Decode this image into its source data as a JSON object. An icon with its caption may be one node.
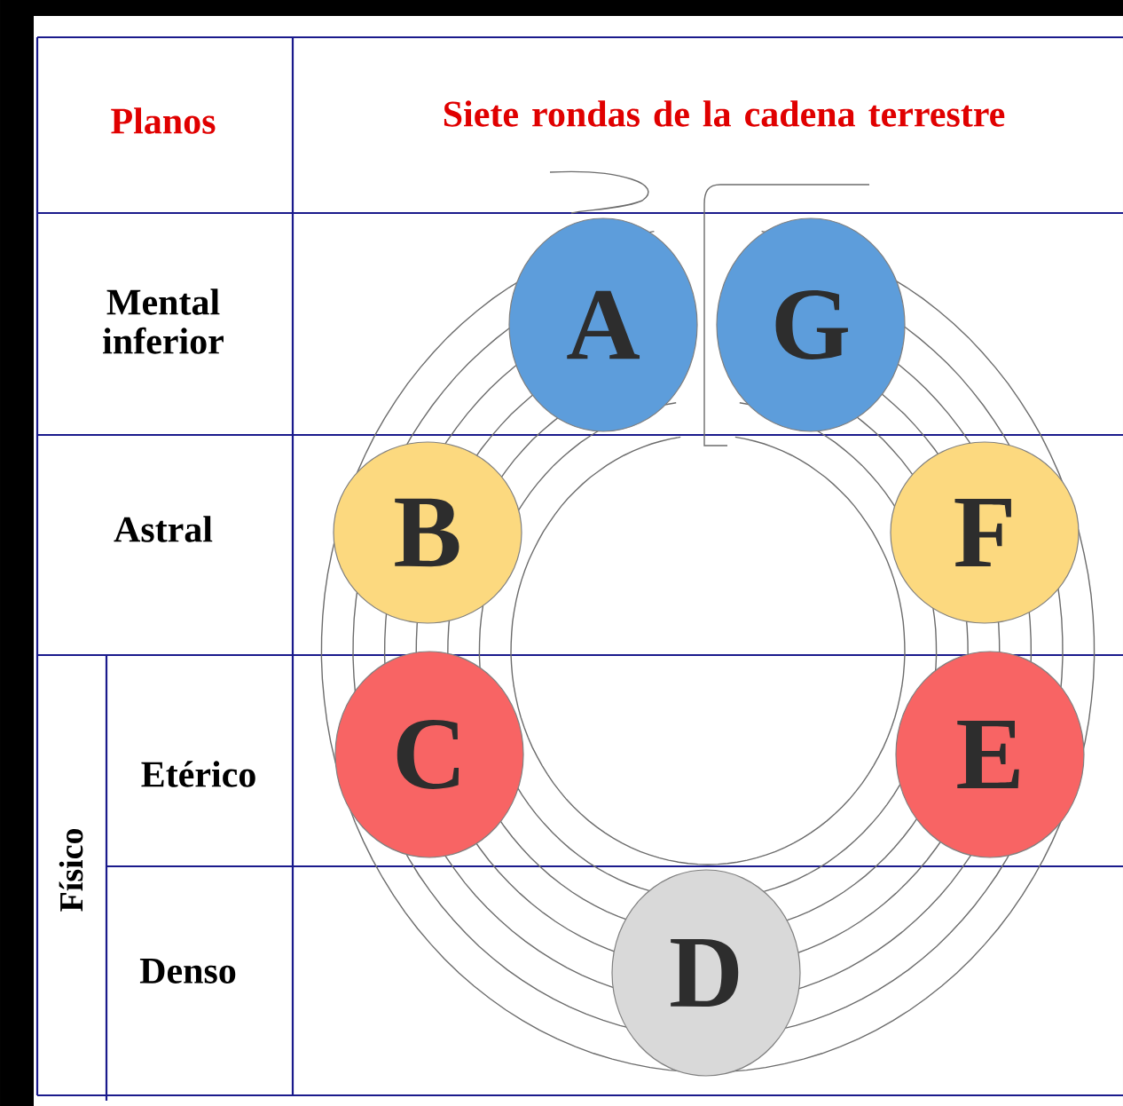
{
  "diagram": {
    "nodes": [
      {
        "text": [
          "A"
        ]
      },
      {
        "text": [
          "B"
        ]
      },
      {
        "text": [
          "C"
        ]
      },
      {
        "text": [
          "D"
        ]
      },
      {
        "text": [
          "E"
        ]
      },
      {
        "text": [
          "F"
        ]
      },
      {
        "text": [
          "G"
        ]
      }
    ],
    "labels": [
      "Planos",
      "Siete rondas de la cadena terrestre",
      "Mental inferior",
      "Astral",
      "Físico",
      "Etérico",
      "Denso"
    ]
  }
}
